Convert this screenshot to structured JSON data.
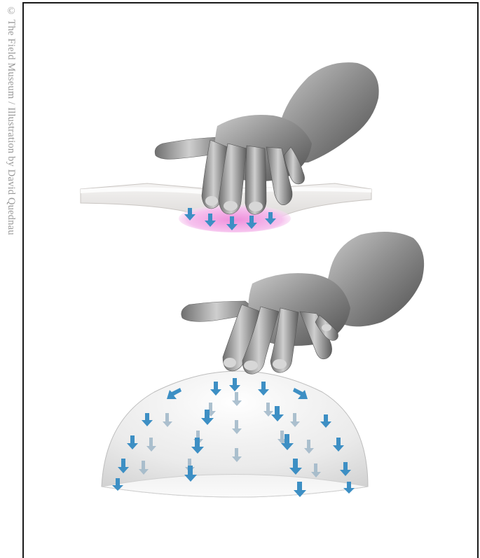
{
  "credit": "© The Field Museum / Illustration by David Quednau",
  "colors": {
    "frame": "#1a1a1a",
    "arrow": "#3d8fc4",
    "arrow_back": "#9fb7c8",
    "plate": "#e8e6e4",
    "pressure_zone": "#f3a9e6",
    "hand": "#8a8a8a",
    "dome": "#dcdcdc"
  },
  "panels": [
    {
      "name": "flat-plate",
      "arrow_icon": "down-arrow-icon",
      "arrow_count": 5
    },
    {
      "name": "dome",
      "arrow_icon": "down-arrow-icon"
    }
  ]
}
